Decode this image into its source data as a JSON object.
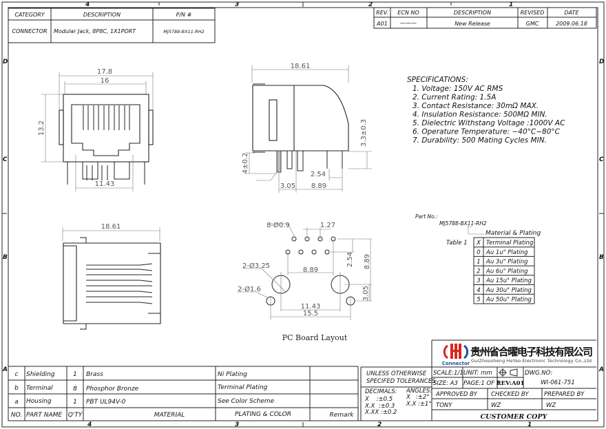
{
  "zones": {
    "top": [
      "4",
      "3",
      "2",
      "1"
    ],
    "side": [
      "D",
      "C",
      "B",
      "A"
    ]
  },
  "header_table": {
    "headers": [
      "CATEGORY",
      "DESCRIPTION",
      "P/N #"
    ],
    "row": [
      "CONNECTOR",
      "Modular Jack, 8P8C, 1X1PORT",
      "MJ5788-BX11-RH2"
    ]
  },
  "revision_table": {
    "headers": [
      "REV.",
      "ECN NO",
      "DESCRIPTION",
      "REVISED",
      "DATE"
    ],
    "row": [
      "A01",
      "———",
      "New Release",
      "GMC",
      "2009.06.18"
    ]
  },
  "specifications": {
    "title": "SPECIFICATIONS:",
    "items": [
      "1. Voltage: 150V AC RMS",
      "2. Current Rating: 1.5A",
      "3. Contact Resistance: 30mΩ MAX.",
      "4. Insulation Resistance: 500MΩ MIN.",
      "5. Dielectric Withstang Voltage :1000V AC",
      "6. Operature Temperature: −40°C~80°C",
      "7. Durability: 500 Mating Cycles MIN."
    ]
  },
  "part_number": {
    "label": "Part No.:",
    "value": "MJ5788-BX11-RH2",
    "callout": "Material & Plating",
    "table_label": "Table 1",
    "headers": [
      "X",
      "Terminal Plating"
    ],
    "rows": [
      [
        "0",
        "Au 1u\" Plating"
      ],
      [
        "1",
        "Au 3u\" Plating"
      ],
      [
        "2",
        "Au 6u\" Plating"
      ],
      [
        "3",
        "Au 15u\" Plating"
      ],
      [
        "4",
        "Au 30u\" Plating"
      ],
      [
        "5",
        "Au 50u\" Plating"
      ]
    ]
  },
  "dimensions": {
    "front": [
      "17.8",
      "16",
      "13.2",
      "11.43"
    ],
    "side": [
      "18.61",
      "3.3±0.3",
      "4±0.2",
      "2.54",
      "3.05",
      "8.89"
    ],
    "bottom": [
      "18.61"
    ],
    "pcb": [
      "8-Ø0.9",
      "1.27",
      "2.54",
      "8.89",
      "8.89",
      "2-Ø3.25",
      "2-Ø1.6",
      "11.43",
      "15.5",
      "3.05"
    ],
    "pcb_title": "PC Board Layout"
  },
  "bom": {
    "rows": [
      [
        "c",
        "Shielding",
        "1",
        "Brass",
        "Ni Plating",
        ""
      ],
      [
        "b",
        "Terminal",
        "8",
        "Phosphor Bronze",
        "Terminal Plating",
        ""
      ],
      [
        "a",
        "Housing",
        "1",
        "PBT UL94V-0",
        "See Color Scheme",
        ""
      ]
    ],
    "headers": [
      "NO.",
      "PART NAME",
      "Q'TY",
      "MATERIAL",
      "PLATING & COLOR",
      "Remark"
    ]
  },
  "title_block": {
    "logo_text": "Connector",
    "company_cn": "贵州省合曜电子科技有限公司",
    "company_en": "GuiZhousheng HeYao Electronic Technology Co.,Ltd",
    "tolerance_title": [
      "UNLESS OTHERWISE",
      "SPECIFED TOLERANCES"
    ],
    "decimals_label": "DECIMALS:",
    "decimals": [
      "X    :±0.5",
      "X.X  :±0.3",
      "X.XX :±0.2"
    ],
    "angles_label": "ANGLES:",
    "angles": [
      "X   :±2°",
      "X.X :±1°"
    ],
    "scale": "SCALE:1/1",
    "unit": "UNIT: mm",
    "size": "SIZE: A3",
    "page": "PAGE:1 OF 1",
    "rev": "REV:A01",
    "dwg_label": "DWG.NO:",
    "dwg_no": "WI-061-751",
    "approved_label": "APPROVED BY",
    "checked_label": "CHECKED BY",
    "prepared_label": "PREPARED BY",
    "approved": "TONY",
    "checked": "WZ",
    "prepared": "WZ",
    "customer_copy": "CUSTOMER COPY"
  },
  "colors": {
    "logo_red": "#d9261c",
    "logo_blue": "#1d4f9c",
    "line": "#222222"
  }
}
